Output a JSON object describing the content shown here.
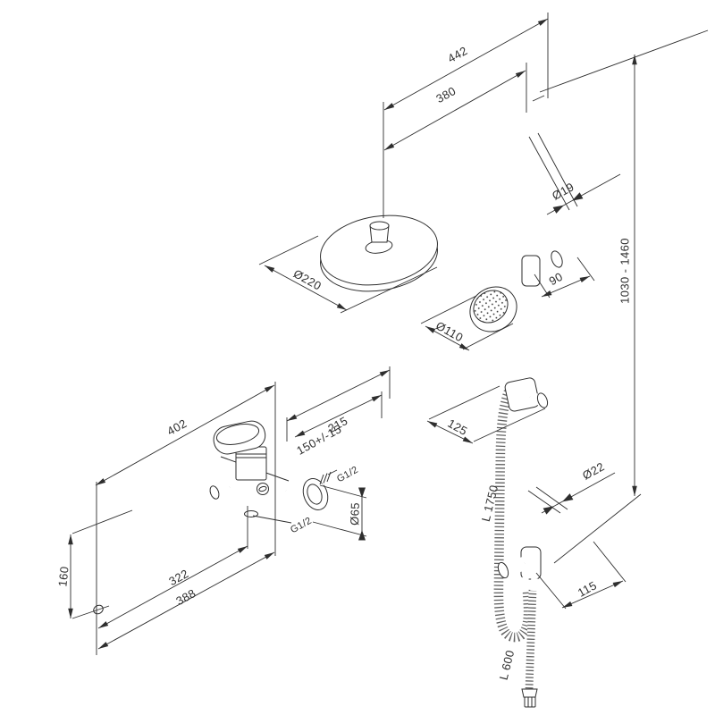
{
  "drawing": {
    "background": "#ffffff",
    "line_color": "#2e2e2e",
    "text_color": "#2f2f2f",
    "type": "isometric technical drawing of shower system with bath mixer"
  },
  "shower_column": {
    "arm_reach_overall": "442",
    "arm_reach_to_head_center": "380",
    "pipe_diameter": "Ø19",
    "height_range": "1030 - 1460",
    "rain_head_diameter": "Ø220",
    "wall_bracket_offset": "90",
    "hand_shower_diameter": "Ø110",
    "hand_shower_bracket_offset": "125",
    "rail_diameter": "Ø22",
    "shower_hose_length": "L 1750",
    "lower_bracket_offset": "115",
    "connection_hose_length": "L 600"
  },
  "mixer": {
    "overall_length": "402",
    "depth_to_wall": "215",
    "connection_centers": "150+/-15",
    "wall_thread": "G1/2",
    "outlet_thread": "G1/2",
    "escutcheon_diameter": "Ø65",
    "spout_drop": "160",
    "spout_length": "322",
    "spout_overall_length": "388"
  }
}
